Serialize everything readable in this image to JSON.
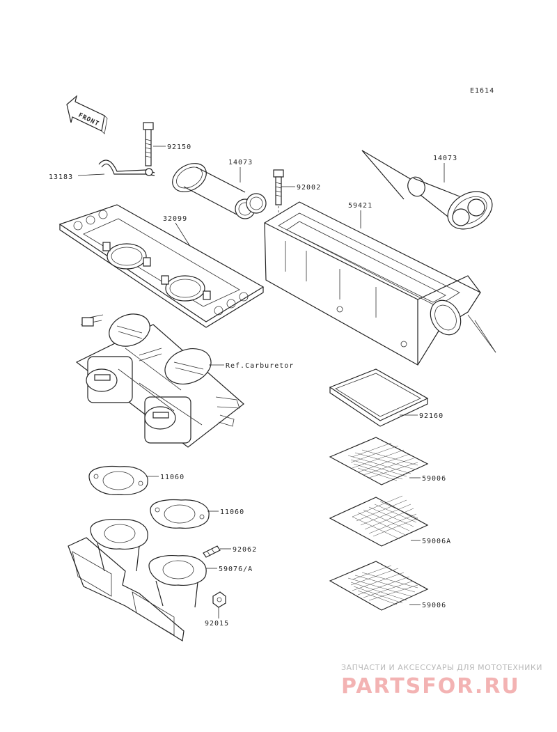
{
  "diagram_code": "E1614",
  "front_label": "FRONT",
  "parts": {
    "p82150": "92150",
    "p13183": "13183",
    "p14073_left": "14073",
    "p14073_right": "14073",
    "p92002": "92002",
    "p59421": "59421",
    "p32099": "32099",
    "ref_carburetor": "Ref.Carburetor",
    "p92160": "92160",
    "p59006_a": "59006",
    "p59006A": "59006A",
    "p59006_b": "59006",
    "p11060_a": "11060",
    "p11060_b": "11060",
    "p92062": "92062",
    "p59076A": "59076/A",
    "p92015": "92015"
  },
  "watermark": {
    "subtitle": "ЗАПЧАСТИ И АКСЕССУАРЫ ДЛЯ МОТОТЕХНИКИ",
    "brand": "PARTSFOR.RU"
  }
}
